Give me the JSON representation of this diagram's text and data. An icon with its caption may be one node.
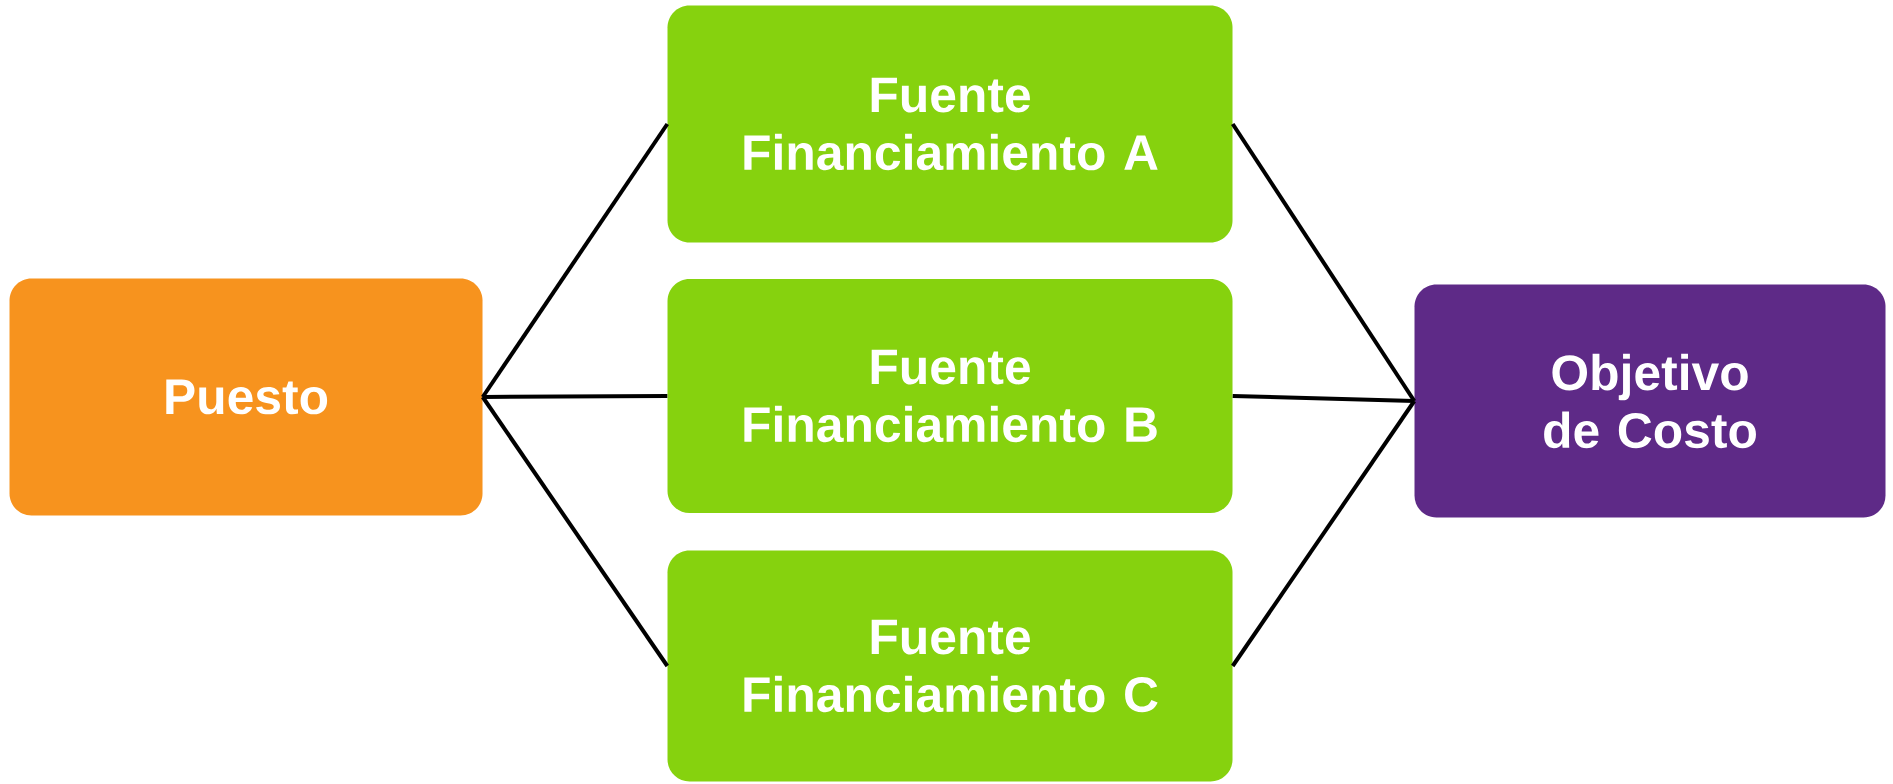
{
  "diagram": {
    "nodes": [
      {
        "text": [
          "Puesto"
        ]
      },
      {
        "text": [
          "Fuente Financiamiento A"
        ]
      },
      {
        "text": [
          "Fuente Financiamiento B"
        ]
      },
      {
        "text": [
          "Fuente Financiamiento C"
        ]
      },
      {
        "text": [
          "Objetivo de Costo"
        ]
      }
    ],
    "edges": [
      {
        "from": 0,
        "to": 1,
        "arrow": "none"
      },
      {
        "from": 0,
        "to": 2,
        "arrow": "none"
      },
      {
        "from": 0,
        "to": 3,
        "arrow": "none"
      },
      {
        "from": 1,
        "to": 4,
        "arrow": "none"
      },
      {
        "from": 2,
        "to": 4,
        "arrow": "none"
      },
      {
        "from": 3,
        "to": 4,
        "arrow": "none"
      }
    ]
  }
}
